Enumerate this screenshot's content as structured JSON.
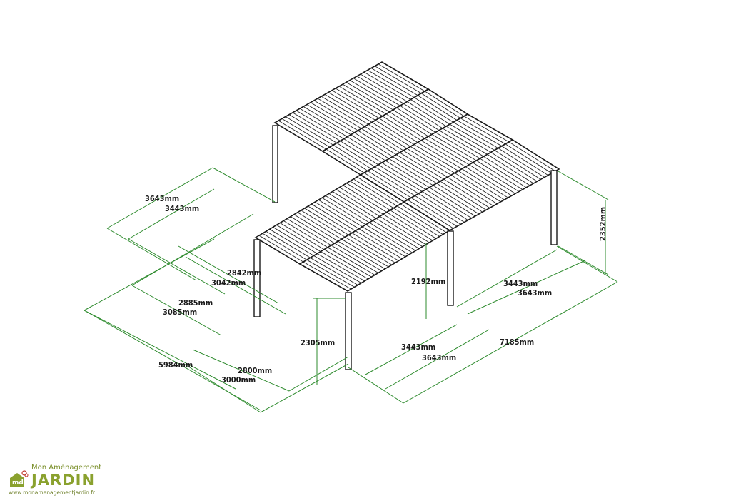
{
  "dimensions": {
    "d3643_left": "3643mm",
    "d3443_left": "3443mm",
    "d2842": "2842mm",
    "d3042": "3042mm",
    "d2885": "2885mm",
    "d3085": "3085mm",
    "d5984": "5984mm",
    "d2800": "2800mm",
    "d3000": "3000mm",
    "d2305": "2305mm",
    "d2192": "2192mm",
    "d2352": "2352mm",
    "d3443_right": "3443mm",
    "d3643_right": "3643mm",
    "d3443_front": "3443mm",
    "d3643_front": "3643mm",
    "d7185": "7185mm"
  },
  "logo": {
    "tagline": "Mon Aménagement",
    "brand": "JARDIN",
    "url": "www.monamenagementjardin.fr",
    "icon": "leaf-house-icon"
  },
  "colors": {
    "dimension_lines": "#2e8b2e",
    "structure": "#1a1a1a",
    "brand": "#8aa12e"
  }
}
